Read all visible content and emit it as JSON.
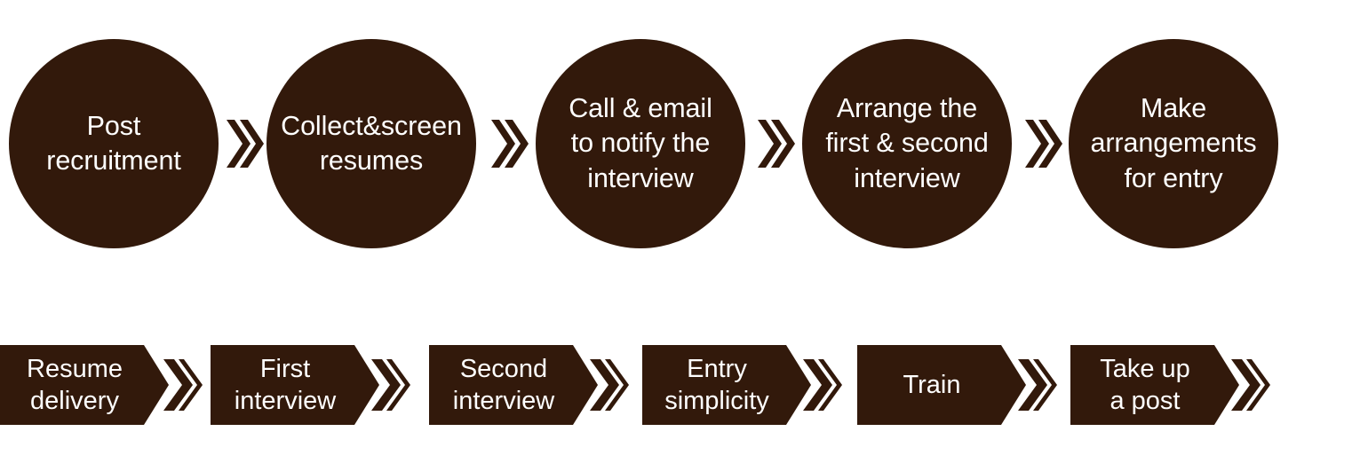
{
  "theme": {
    "shape_color": "#32190B",
    "text_color": "#FFFFFF",
    "background_color": "#FFFFFF"
  },
  "process_top": {
    "separator_icon": "double-chevron-right-icon",
    "steps": [
      {
        "label": "Post\nrecruitment"
      },
      {
        "label": "Collect&screen\nresumes"
      },
      {
        "label": "Call & email\nto notify the\ninterview"
      },
      {
        "label": "Arrange the\nfirst & second\ninterview"
      },
      {
        "label": "Make\narrangements\nfor entry"
      }
    ]
  },
  "process_bottom": {
    "separator_icon": "double-chevron-right-icon",
    "steps": [
      {
        "label": "Resume\ndelivery"
      },
      {
        "label": "First\ninterview"
      },
      {
        "label": "Second\ninterview"
      },
      {
        "label": "Entry\nsimplicity"
      },
      {
        "label": "Train"
      },
      {
        "label": "Take up\na post"
      }
    ]
  }
}
